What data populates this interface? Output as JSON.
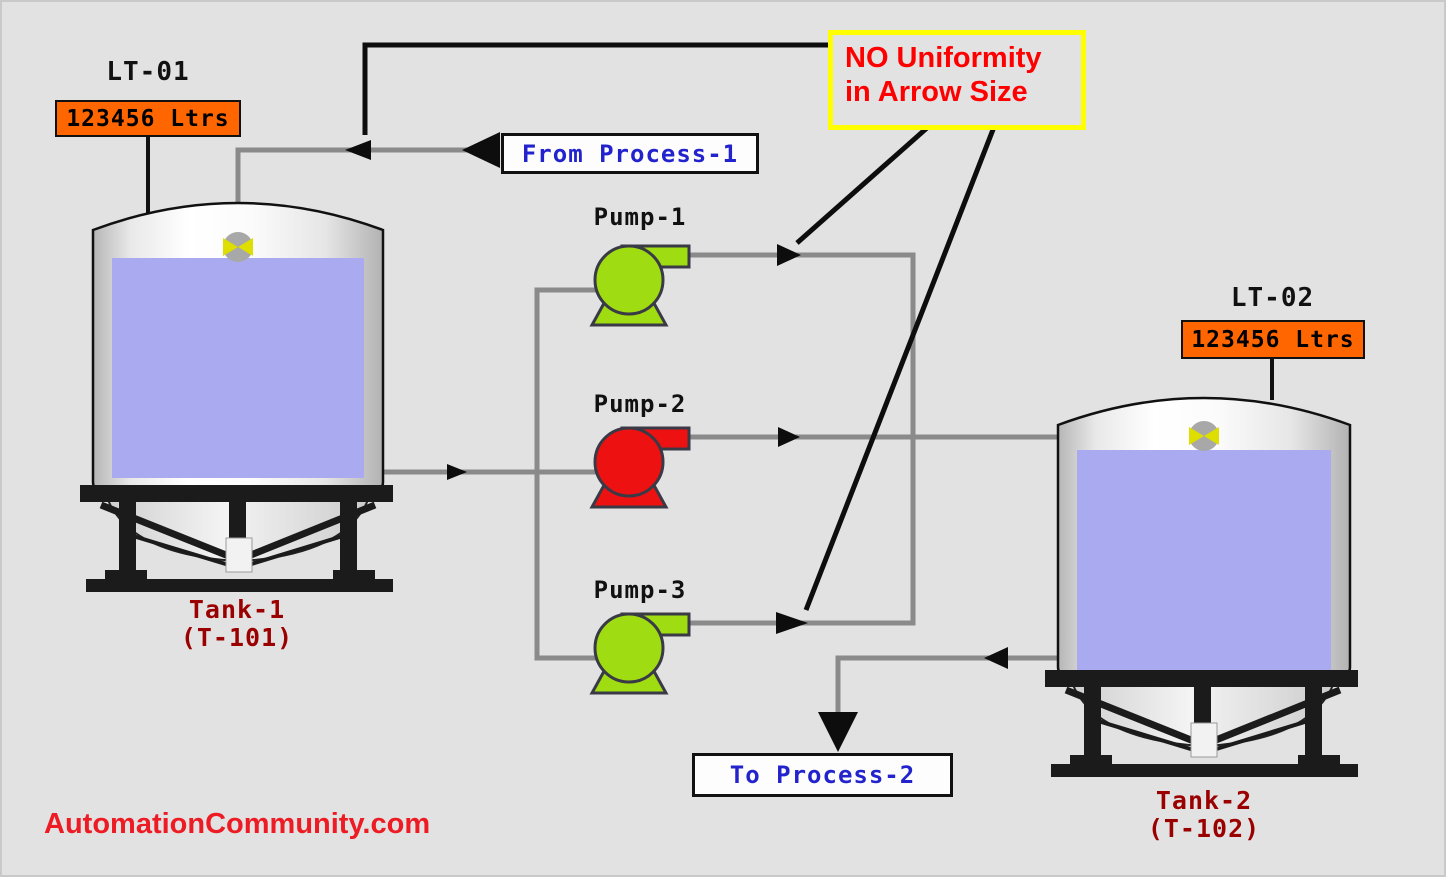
{
  "diagram": {
    "watermark": "AutomationCommunity.com",
    "background": "#e2e2e2"
  },
  "annotation": {
    "line1": "NO Uniformity",
    "line2": "in Arrow Size",
    "text_color": "#ff0000",
    "border_color": "#ffff00"
  },
  "flows": {
    "from_process": "From Process-1",
    "to_process": "To Process-2",
    "text_color": "#2323cd"
  },
  "tank1": {
    "transmitter": "LT-01",
    "level": "123456 Ltrs",
    "name": "Tank-1",
    "tag": "(T-101)"
  },
  "tank2": {
    "transmitter": "LT-02",
    "level": "123456 Ltrs",
    "name": "Tank-2",
    "tag": "(T-102)"
  },
  "pumps": [
    {
      "label": "Pump-1",
      "color": "#9fdc12"
    },
    {
      "label": "Pump-2",
      "color": "#ee1111"
    },
    {
      "label": "Pump-3",
      "color": "#9fdc12"
    }
  ],
  "colors": {
    "pipe": "#8a8a8a",
    "arrow": "#0d0d0d",
    "liquid": "#aaaaf0",
    "level_box_bg": "#ff6600",
    "tank_label": "#9b0000",
    "process_text": "#2323cd",
    "watermark": "#ed1c24"
  }
}
